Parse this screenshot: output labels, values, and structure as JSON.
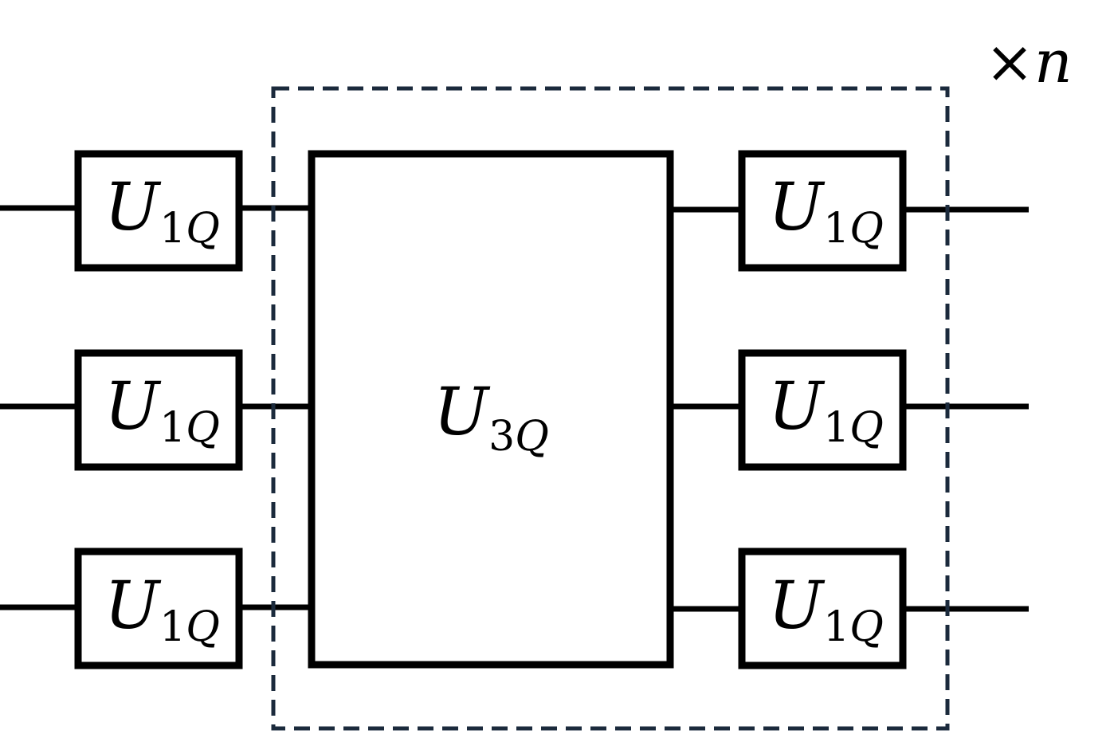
{
  "diagram": {
    "repeat_label": {
      "times_symbol": "×",
      "variable": "n"
    },
    "multi_qubit_gate": {
      "symbol": "U",
      "subscript_digit": "3",
      "subscript_letter": "Q"
    },
    "single_qubit_gates": [
      {
        "symbol": "U",
        "subscript_digit": "1",
        "subscript_letter": "Q"
      },
      {
        "symbol": "U",
        "subscript_digit": "1",
        "subscript_letter": "Q"
      },
      {
        "symbol": "U",
        "subscript_digit": "1",
        "subscript_letter": "Q"
      },
      {
        "symbol": "U",
        "subscript_digit": "1",
        "subscript_letter": "Q"
      },
      {
        "symbol": "U",
        "subscript_digit": "1",
        "subscript_letter": "Q"
      },
      {
        "symbol": "U",
        "subscript_digit": "1",
        "subscript_letter": "Q"
      }
    ],
    "colors": {
      "stroke": "#000000",
      "repeat_box": "#1b2a3c",
      "background": "#ffffff"
    }
  }
}
